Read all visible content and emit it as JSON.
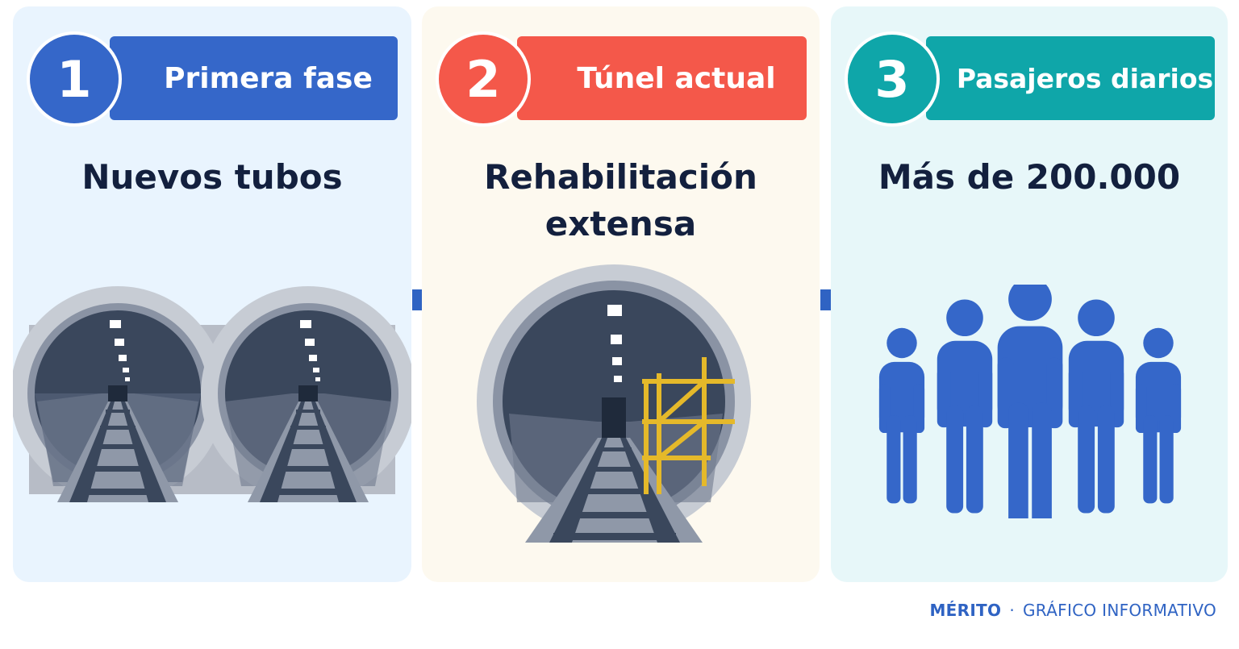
{
  "steps": [
    {
      "number": "1",
      "label": "Primera fase",
      "heading": "Nuevos tubos",
      "color": "#3567c9",
      "icon": "twin-tunnel-icon"
    },
    {
      "number": "2",
      "label": "Túnel actual",
      "heading_line1": "Rehabilitación",
      "heading_line2": "extensa",
      "color": "#f4584a",
      "icon": "tunnel-scaffold-icon"
    },
    {
      "number": "3",
      "label": "Pasajeros diarios",
      "heading": "Más de 200.000",
      "color": "#0fa6a9",
      "icon": "people-group-icon"
    }
  ],
  "footer": {
    "brand": "MÉRITO",
    "separator": "·",
    "caption": "GRÁFICO INFORMATIVO"
  },
  "colors": {
    "arrow": "#2f63c3",
    "people": "#3567c9",
    "scaffold": "#e5b92a"
  }
}
